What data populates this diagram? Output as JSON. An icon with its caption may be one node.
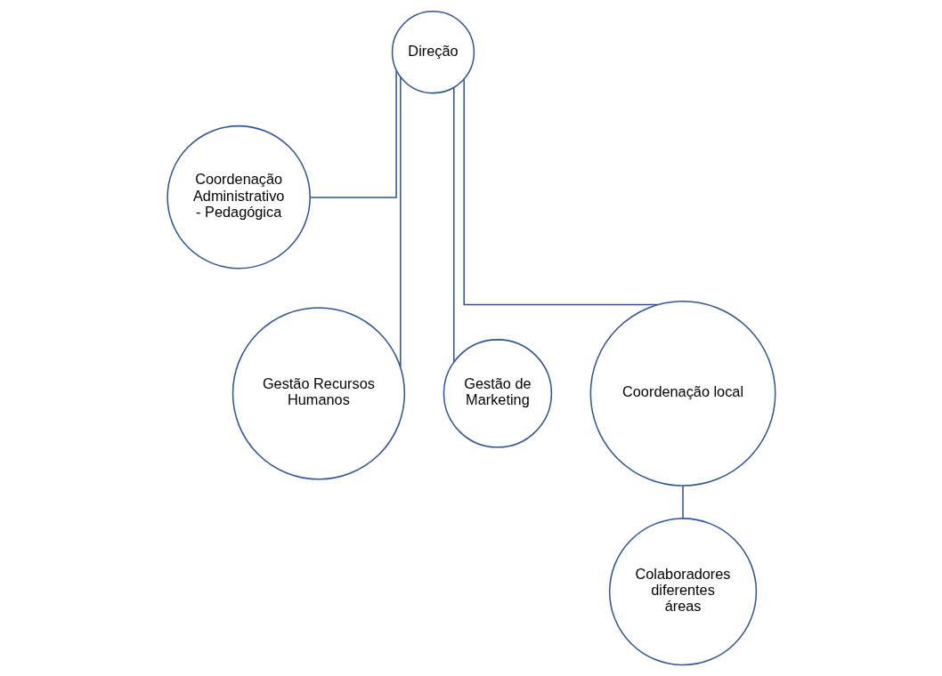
{
  "diagram": {
    "nodes": [
      {
        "text": [
          "Direção"
        ]
      },
      {
        "text": [
          "Coordenação Administrativo - Pedagógica"
        ]
      },
      {
        "text": [
          "Gestão Recursos Humanos"
        ]
      },
      {
        "text": [
          "Gestão de Marketing"
        ]
      },
      {
        "text": [
          "Coordenação local"
        ]
      },
      {
        "text": [
          "Colaboradores diferentes áreas"
        ]
      }
    ],
    "edges": [
      {
        "from": 0,
        "to": 1,
        "arrow": "none"
      },
      {
        "from": 0,
        "to": 2,
        "arrow": "none"
      },
      {
        "from": 0,
        "to": 3,
        "arrow": "none"
      },
      {
        "from": 0,
        "to": 4,
        "arrow": "none"
      },
      {
        "from": 4,
        "to": 5,
        "arrow": "none"
      }
    ]
  }
}
